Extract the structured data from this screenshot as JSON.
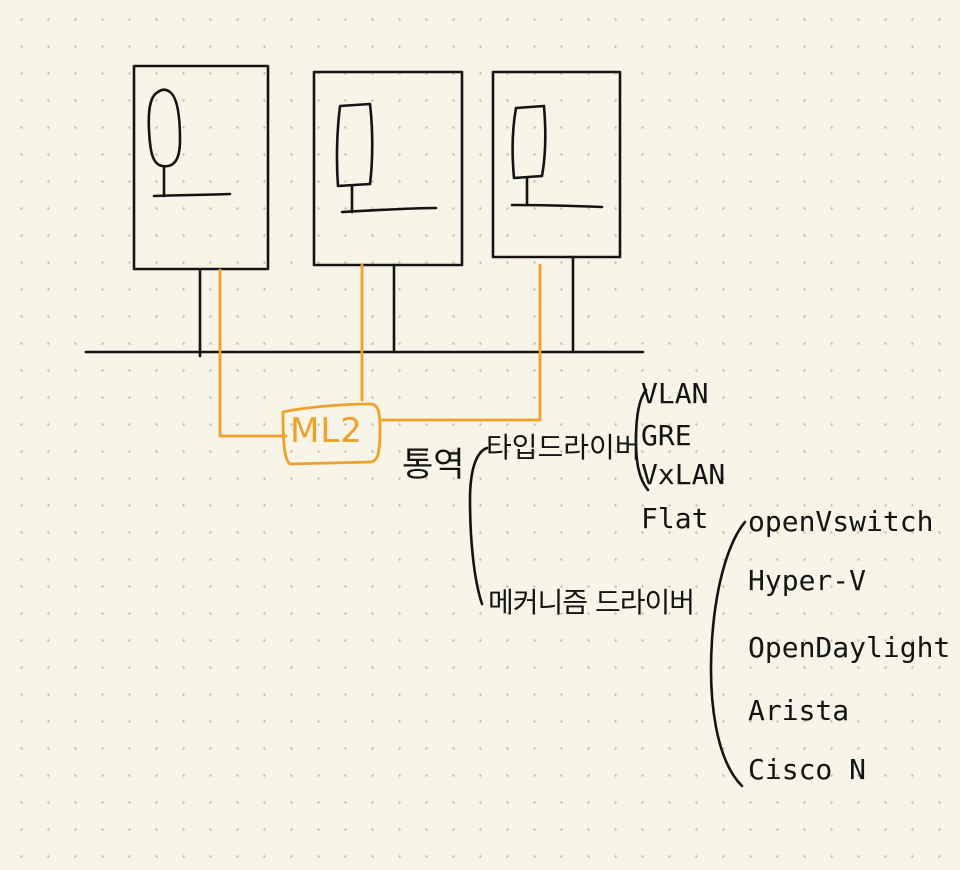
{
  "ml2": {
    "label": "ML2"
  },
  "tongyeok": "통역",
  "type_driver": {
    "label": "타입드라이버",
    "items": [
      "VLAN",
      "GRE",
      "VxLAN",
      "Flat"
    ]
  },
  "mechanism_driver": {
    "label": "메커니즘 드라이버",
    "items": [
      "openVswitch",
      "Hyper-V",
      "OpenDaylight",
      "Arista",
      "Cisco N"
    ]
  },
  "colors": {
    "ink": "#141414",
    "accent": "#f0a12a",
    "paper": "#f7f4e8"
  }
}
